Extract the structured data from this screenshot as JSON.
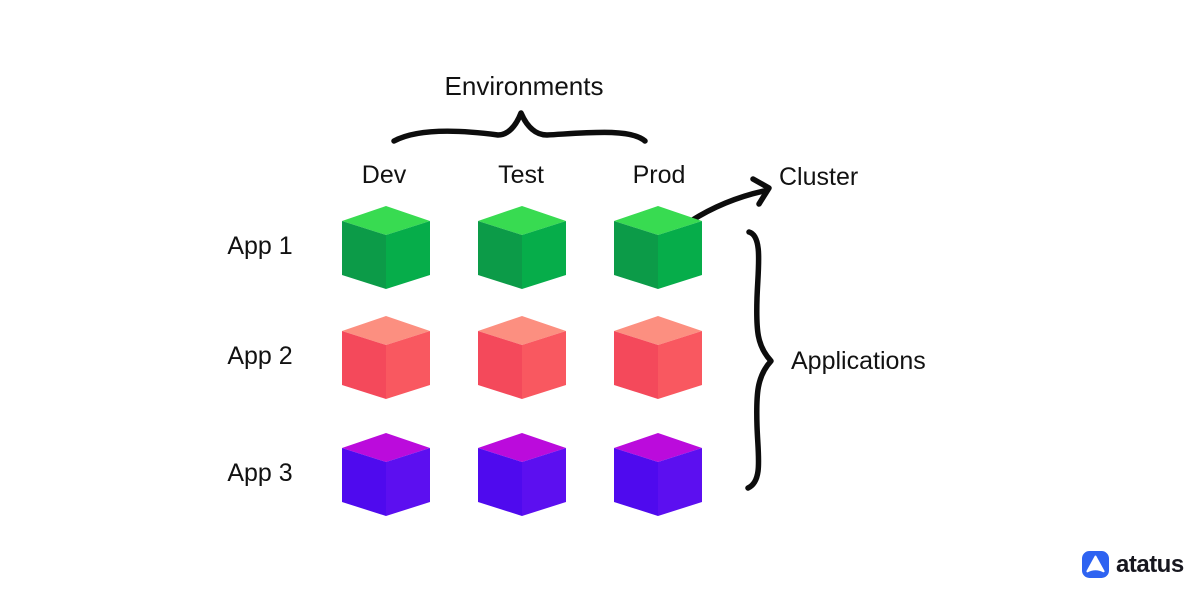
{
  "diagram": {
    "environments": {
      "label": "Environments",
      "columns": [
        "Dev",
        "Test",
        "Prod"
      ]
    },
    "applications": {
      "label": "Applications",
      "rows": [
        {
          "label": "App 1",
          "colors": {
            "top": "#38DB51",
            "left": "#0C9B48",
            "right": "#06AD4A"
          }
        },
        {
          "label": "App 2",
          "colors": {
            "top": "#FC8F80",
            "left": "#F4495B",
            "right": "#F95860"
          }
        },
        {
          "label": "App 3",
          "colors": {
            "top": "#BB0BDC",
            "left": "#4F0AEE",
            "right": "#5C0FF0"
          }
        }
      ]
    },
    "cluster_label": "Cluster",
    "ink": "#0D0D0D"
  },
  "brand": {
    "name": "atatus",
    "icon_color": "#2E63F1",
    "text_color": "#17171F"
  }
}
